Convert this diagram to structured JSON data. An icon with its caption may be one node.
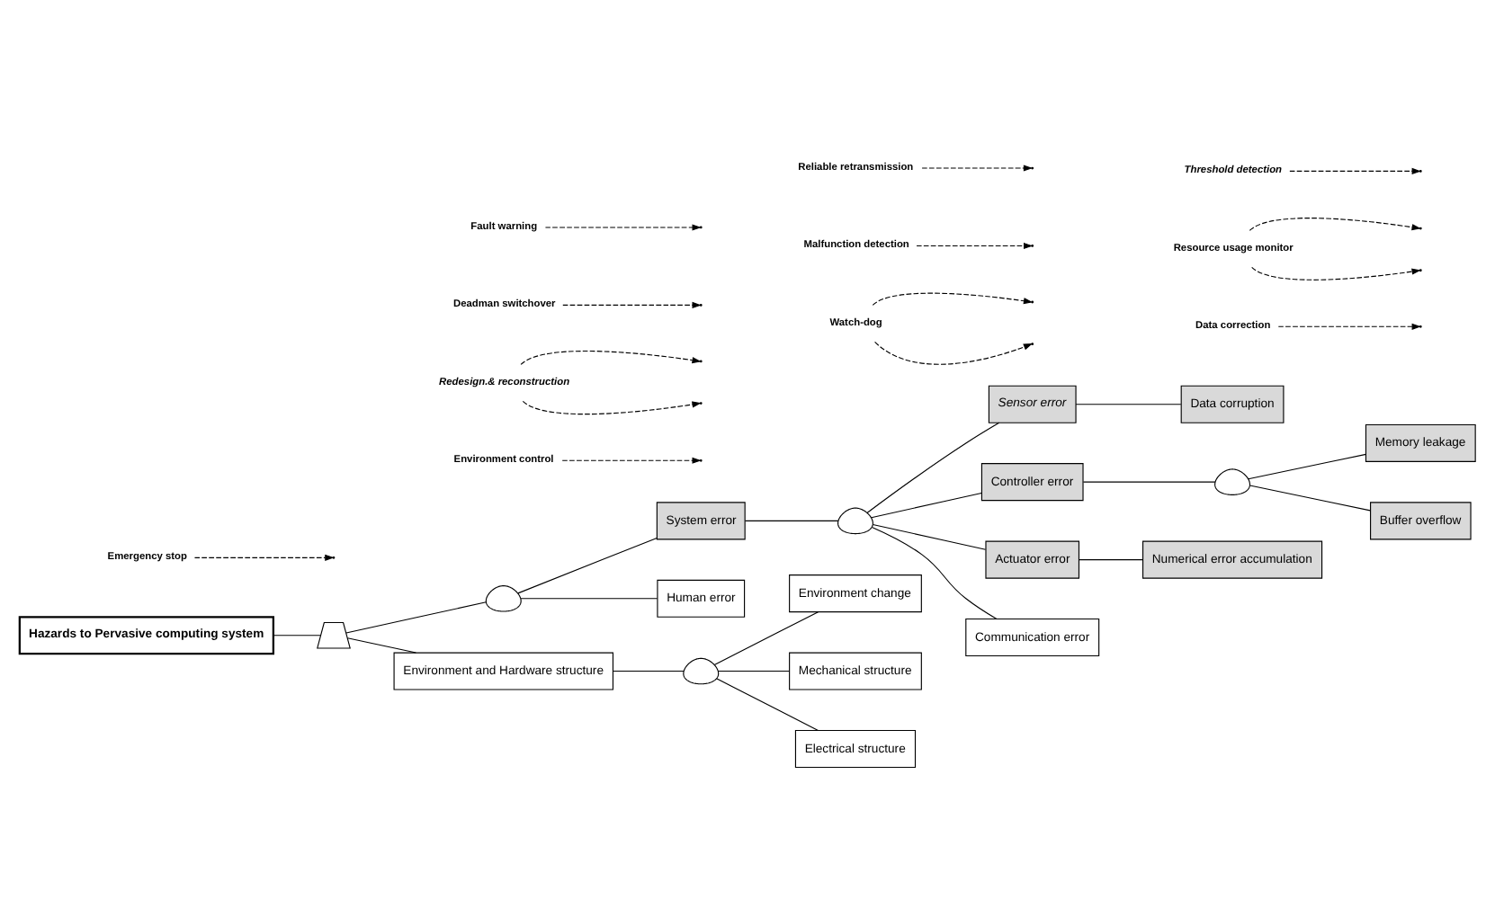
{
  "diagram": {
    "nodes": [
      {
        "text": [
          "Hazards to Pervasive computing system"
        ]
      },
      {
        "text": [],
        "shape": "trapezoid"
      },
      {
        "text": [],
        "shape": "gate"
      },
      {
        "text": [
          "Environment and Hardware structure"
        ]
      },
      {
        "text": [],
        "shape": "gate"
      },
      {
        "text": [
          "Environment change"
        ]
      },
      {
        "text": [
          "Mechanical structure"
        ]
      },
      {
        "text": [
          "Electrical structure"
        ]
      },
      {
        "text": [
          "System error"
        ]
      },
      {
        "text": [
          "Human error"
        ]
      },
      {
        "text": [],
        "shape": "gate"
      },
      {
        "text": [
          "Sensor error"
        ]
      },
      {
        "text": [
          "Controller error"
        ]
      },
      {
        "text": [
          "Actuator error"
        ]
      },
      {
        "text": [
          "Communication error"
        ]
      },
      {
        "text": [],
        "shape": "gate"
      },
      {
        "text": [
          "Data corruption"
        ]
      },
      {
        "text": [
          "Memory leakage"
        ]
      },
      {
        "text": [
          "Buffer overflow"
        ]
      },
      {
        "text": [
          "Numerical error accumulation"
        ]
      },
      {
        "text": [
          "Emergency stop"
        ]
      },
      {
        "text": [
          "Environment control"
        ]
      },
      {
        "text": [
          "Redesign.& reconstruction"
        ]
      },
      {
        "text": [
          "Data correction"
        ]
      },
      {
        "text": [
          "Resource usage monitor"
        ]
      },
      {
        "text": [
          "Watch-dog"
        ]
      },
      {
        "text": [
          "Deadman switchover"
        ]
      },
      {
        "text": [
          "Malfunction detection"
        ]
      },
      {
        "text": [
          "Reliable retransmission"
        ]
      },
      {
        "text": [
          "Threshold detection"
        ]
      },
      {
        "text": [
          "Fault warning"
        ]
      }
    ],
    "edges": [
      {
        "from": 0,
        "to": 1,
        "arrow": "none"
      },
      {
        "from": 1,
        "to": 2,
        "arrow": "none"
      },
      {
        "from": 1,
        "to": 3,
        "arrow": "none"
      },
      {
        "from": 3,
        "to": 4,
        "arrow": "none"
      },
      {
        "from": 4,
        "to": 5,
        "arrow": "none"
      },
      {
        "from": 4,
        "to": 6,
        "arrow": "none"
      },
      {
        "from": 4,
        "to": 7,
        "arrow": "none"
      },
      {
        "from": 2,
        "to": 8,
        "arrow": "none"
      },
      {
        "from": 2,
        "to": 9,
        "arrow": "none"
      },
      {
        "from": 8,
        "to": 10,
        "arrow": "none"
      },
      {
        "from": 10,
        "to": 11,
        "arrow": "none"
      },
      {
        "from": 10,
        "to": 12,
        "arrow": "none"
      },
      {
        "from": 10,
        "to": 13,
        "arrow": "none"
      },
      {
        "from": 10,
        "to": 14,
        "arrow": "none"
      },
      {
        "from": 11,
        "to": 16,
        "arrow": "none"
      },
      {
        "from": 12,
        "to": 15,
        "arrow": "none"
      },
      {
        "from": 15,
        "to": 17,
        "arrow": "none"
      },
      {
        "from": 15,
        "to": 18,
        "arrow": "none"
      },
      {
        "from": 13,
        "to": 19,
        "arrow": "none"
      },
      {
        "from": 20,
        "to": null,
        "arrow": "to",
        "style": "dashed"
      },
      {
        "from": 21,
        "to": null,
        "arrow": "to",
        "style": "dashed"
      },
      {
        "from": 22,
        "to": null,
        "arrow": "to",
        "style": "dashed"
      },
      {
        "from": 22,
        "to": null,
        "arrow": "to",
        "style": "dashed"
      },
      {
        "from": 23,
        "to": null,
        "arrow": "to",
        "style": "dashed"
      },
      {
        "from": 24,
        "to": null,
        "arrow": "to",
        "style": "dashed"
      },
      {
        "from": 24,
        "to": null,
        "arrow": "to",
        "style": "dashed"
      },
      {
        "from": 25,
        "to": null,
        "arrow": "to",
        "style": "dashed"
      },
      {
        "from": 25,
        "to": null,
        "arrow": "to",
        "style": "dashed"
      },
      {
        "from": 26,
        "to": null,
        "arrow": "to",
        "style": "dashed"
      },
      {
        "from": 27,
        "to": null,
        "arrow": "to",
        "style": "dashed"
      },
      {
        "from": 28,
        "to": null,
        "arrow": "to",
        "style": "dashed"
      },
      {
        "from": 29,
        "to": null,
        "arrow": "to",
        "style": "dashed"
      },
      {
        "from": 30,
        "to": null,
        "arrow": "to",
        "style": "dashed"
      }
    ]
  }
}
